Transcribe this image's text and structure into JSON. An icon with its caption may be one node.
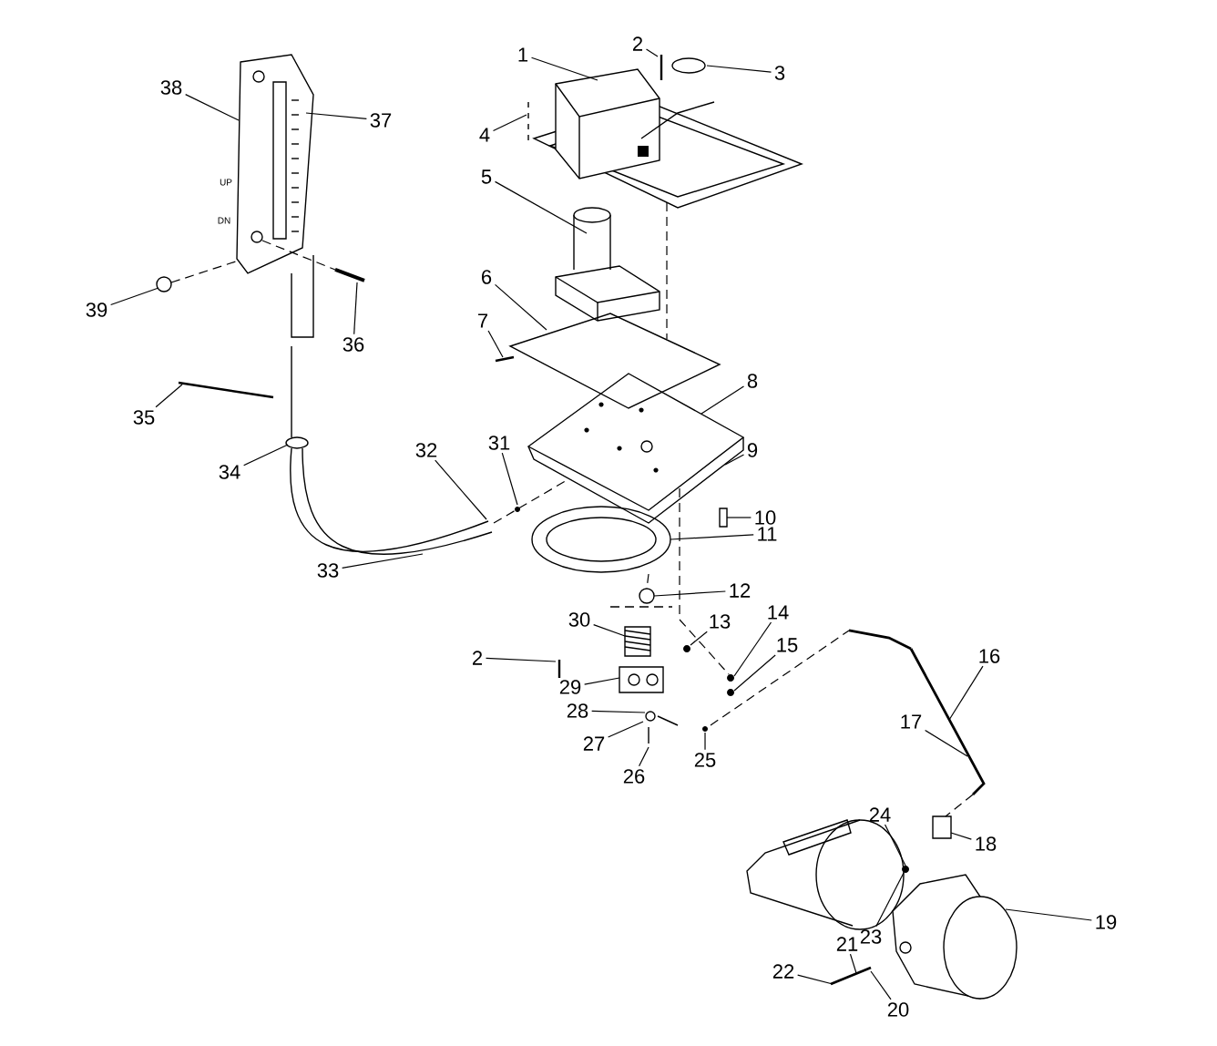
{
  "diagram": {
    "nodes": [
      {
        "text": [
          "1"
        ]
      },
      {
        "text": [
          "2"
        ]
      },
      {
        "text": [
          "3"
        ]
      },
      {
        "text": [
          "4"
        ]
      },
      {
        "text": [
          "5"
        ]
      },
      {
        "text": [
          "6"
        ]
      },
      {
        "text": [
          "7"
        ]
      },
      {
        "text": [
          "8"
        ]
      },
      {
        "text": [
          "9"
        ]
      },
      {
        "text": [
          "10"
        ]
      },
      {
        "text": [
          "11"
        ]
      },
      {
        "text": [
          "12"
        ]
      },
      {
        "text": [
          "2"
        ]
      },
      {
        "text": [
          "13"
        ]
      },
      {
        "text": [
          "14"
        ]
      },
      {
        "text": [
          "15"
        ]
      },
      {
        "text": [
          "16"
        ]
      },
      {
        "text": [
          "17"
        ]
      },
      {
        "text": [
          "18"
        ]
      },
      {
        "text": [
          "19"
        ]
      },
      {
        "text": [
          "20"
        ]
      },
      {
        "text": [
          "21"
        ]
      },
      {
        "text": [
          "22"
        ]
      },
      {
        "text": [
          "23"
        ]
      },
      {
        "text": [
          "24"
        ]
      },
      {
        "text": [
          "25"
        ]
      },
      {
        "text": [
          "26"
        ]
      },
      {
        "text": [
          "27"
        ]
      },
      {
        "text": [
          "28"
        ]
      },
      {
        "text": [
          "29"
        ]
      },
      {
        "text": [
          "30"
        ]
      },
      {
        "text": [
          "31"
        ]
      },
      {
        "text": [
          "32"
        ]
      },
      {
        "text": [
          "33"
        ]
      },
      {
        "text": [
          "34"
        ]
      },
      {
        "text": [
          "35"
        ]
      },
      {
        "text": [
          "36"
        ]
      },
      {
        "text": [
          "37"
        ]
      },
      {
        "text": [
          "38"
        ]
      },
      {
        "text": [
          "39"
        ]
      },
      {
        "text": [],
        "shape": "picture"
      },
      {
        "text": [],
        "shape": "picture"
      },
      {
        "text": [],
        "shape": "circle"
      },
      {
        "text": [],
        "shape": "picture"
      },
      {
        "text": [],
        "shape": "picture"
      },
      {
        "text": [],
        "shape": "picture"
      },
      {
        "text": [],
        "shape": "picture"
      },
      {
        "text": [],
        "shape": "picture"
      },
      {
        "text": [],
        "shape": "picture"
      },
      {
        "text": [],
        "shape": "picture"
      },
      {
        "text": [],
        "shape": "circle"
      },
      {
        "text": [],
        "shape": "picture"
      },
      {
        "text": [],
        "shape": "picture"
      },
      {
        "text": [],
        "shape": "picture"
      },
      {
        "text": [],
        "shape": "picture"
      },
      {
        "text": [],
        "shape": "picture"
      },
      {
        "text": [],
        "shape": "box"
      },
      {
        "text": [],
        "shape": "picture"
      },
      {
        "text": [],
        "shape": "picture"
      },
      {
        "text": [],
        "shape": "picture"
      },
      {
        "text": [],
        "shape": "picture"
      },
      {
        "text": [],
        "shape": "picture"
      },
      {
        "text": [],
        "shape": "picture"
      },
      {
        "text": [],
        "shape": "picture"
      },
      {
        "text": [],
        "shape": "picture"
      },
      {
        "text": [],
        "shape": "picture"
      },
      {
        "text": [],
        "shape": "picture"
      },
      {
        "text": [],
        "shape": "picture"
      },
      {
        "text": [],
        "shape": "picture"
      },
      {
        "text": [],
        "shape": "picture"
      },
      {
        "text": [],
        "shape": "picture",
        "beside": [
          "UP",
          "DN"
        ]
      },
      {
        "text": [],
        "shape": "circle"
      },
      {
        "text": [],
        "shape": "picture"
      },
      {
        "text": [],
        "shape": "picture"
      }
    ],
    "edges": [
      {
        "from": 0,
        "to": 40,
        "arrow": "none"
      },
      {
        "from": 1,
        "to": 41,
        "arrow": "none"
      },
      {
        "from": 2,
        "to": 42,
        "arrow": "none"
      },
      {
        "from": 3,
        "to": 43,
        "arrow": "none"
      },
      {
        "from": 4,
        "to": 44,
        "arrow": "none"
      },
      {
        "from": 5,
        "to": 45,
        "arrow": "none"
      },
      {
        "from": 6,
        "to": 46,
        "arrow": "none"
      },
      {
        "from": 7,
        "to": 47,
        "arrow": "none"
      },
      {
        "from": 8,
        "to": 47,
        "arrow": "none"
      },
      {
        "from": 9,
        "to": 48,
        "arrow": "none"
      },
      {
        "from": 10,
        "to": 49,
        "arrow": "none"
      },
      {
        "from": 11,
        "to": 50,
        "arrow": "none"
      },
      {
        "from": 12,
        "to": 51,
        "arrow": "none"
      },
      {
        "from": 13,
        "to": 52,
        "arrow": "none"
      },
      {
        "from": 14,
        "to": 53,
        "arrow": "none"
      },
      {
        "from": 15,
        "to": 54,
        "arrow": "none"
      },
      {
        "from": 16,
        "to": 55,
        "arrow": "none"
      },
      {
        "from": 17,
        "to": 55,
        "arrow": "none"
      },
      {
        "from": 18,
        "to": 56,
        "arrow": "none"
      },
      {
        "from": 19,
        "to": 57,
        "arrow": "none"
      },
      {
        "from": 20,
        "to": 58,
        "arrow": "none"
      },
      {
        "from": 21,
        "to": 58,
        "arrow": "none"
      },
      {
        "from": 22,
        "to": 58,
        "arrow": "none"
      },
      {
        "from": 23,
        "to": 59,
        "arrow": "none"
      },
      {
        "from": 24,
        "to": 59,
        "arrow": "none"
      },
      {
        "from": 25,
        "to": 60,
        "arrow": "none"
      },
      {
        "from": 26,
        "to": 61,
        "arrow": "none"
      },
      {
        "from": 27,
        "to": 62,
        "arrow": "none"
      },
      {
        "from": 28,
        "to": 62,
        "arrow": "none"
      },
      {
        "from": 29,
        "to": 63,
        "arrow": "none"
      },
      {
        "from": 30,
        "to": 64,
        "arrow": "none"
      },
      {
        "from": 31,
        "to": 65,
        "arrow": "none"
      },
      {
        "from": 32,
        "to": 66,
        "arrow": "none"
      },
      {
        "from": 33,
        "to": 66,
        "arrow": "none"
      },
      {
        "from": 34,
        "to": 67,
        "arrow": "none"
      },
      {
        "from": 35,
        "to": 68,
        "arrow": "none"
      },
      {
        "from": 36,
        "to": 69,
        "arrow": "none"
      },
      {
        "from": 37,
        "to": 70,
        "arrow": "none"
      },
      {
        "from": 38,
        "to": 70,
        "arrow": "none"
      },
      {
        "from": 39,
        "to": 71,
        "arrow": "none"
      },
      {
        "from": 40,
        "to": 45,
        "arrow": "none",
        "style": "dashed"
      },
      {
        "from": 49,
        "to": 50,
        "arrow": "none",
        "style": "dashed"
      },
      {
        "from": 47,
        "to": 53,
        "arrow": "none",
        "style": "dashed"
      },
      {
        "from": 60,
        "to": 72,
        "arrow": "none",
        "style": "dashed"
      },
      {
        "from": 55,
        "to": 56,
        "arrow": "none",
        "style": "dashed"
      },
      {
        "from": 70,
        "to": 69,
        "arrow": "none",
        "style": "dashed"
      },
      {
        "from": 71,
        "to": 70,
        "arrow": "none",
        "style": "dashed"
      },
      {
        "from": 66,
        "to": 47,
        "arrow": "none",
        "style": "dashed"
      }
    ]
  }
}
